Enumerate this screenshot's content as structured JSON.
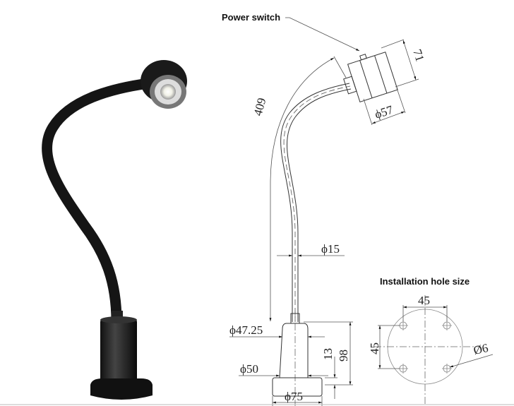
{
  "labels": {
    "power_switch": "Power switch",
    "installation_hole_size": "Installation hole size"
  },
  "dimensions": {
    "gooseneck_length": "409",
    "head_length": "71",
    "head_diameter": "ϕ57",
    "tube_diameter": "ϕ15",
    "base_top_diameter": "ϕ47.25",
    "base_bottom_diameter": "ϕ50",
    "flange_diameter": "ϕ75",
    "flange_height": "13",
    "base_height": "98",
    "hole_spacing_horizontal": "45",
    "hole_spacing_vertical": "45",
    "hole_diameter": "Ø6"
  }
}
